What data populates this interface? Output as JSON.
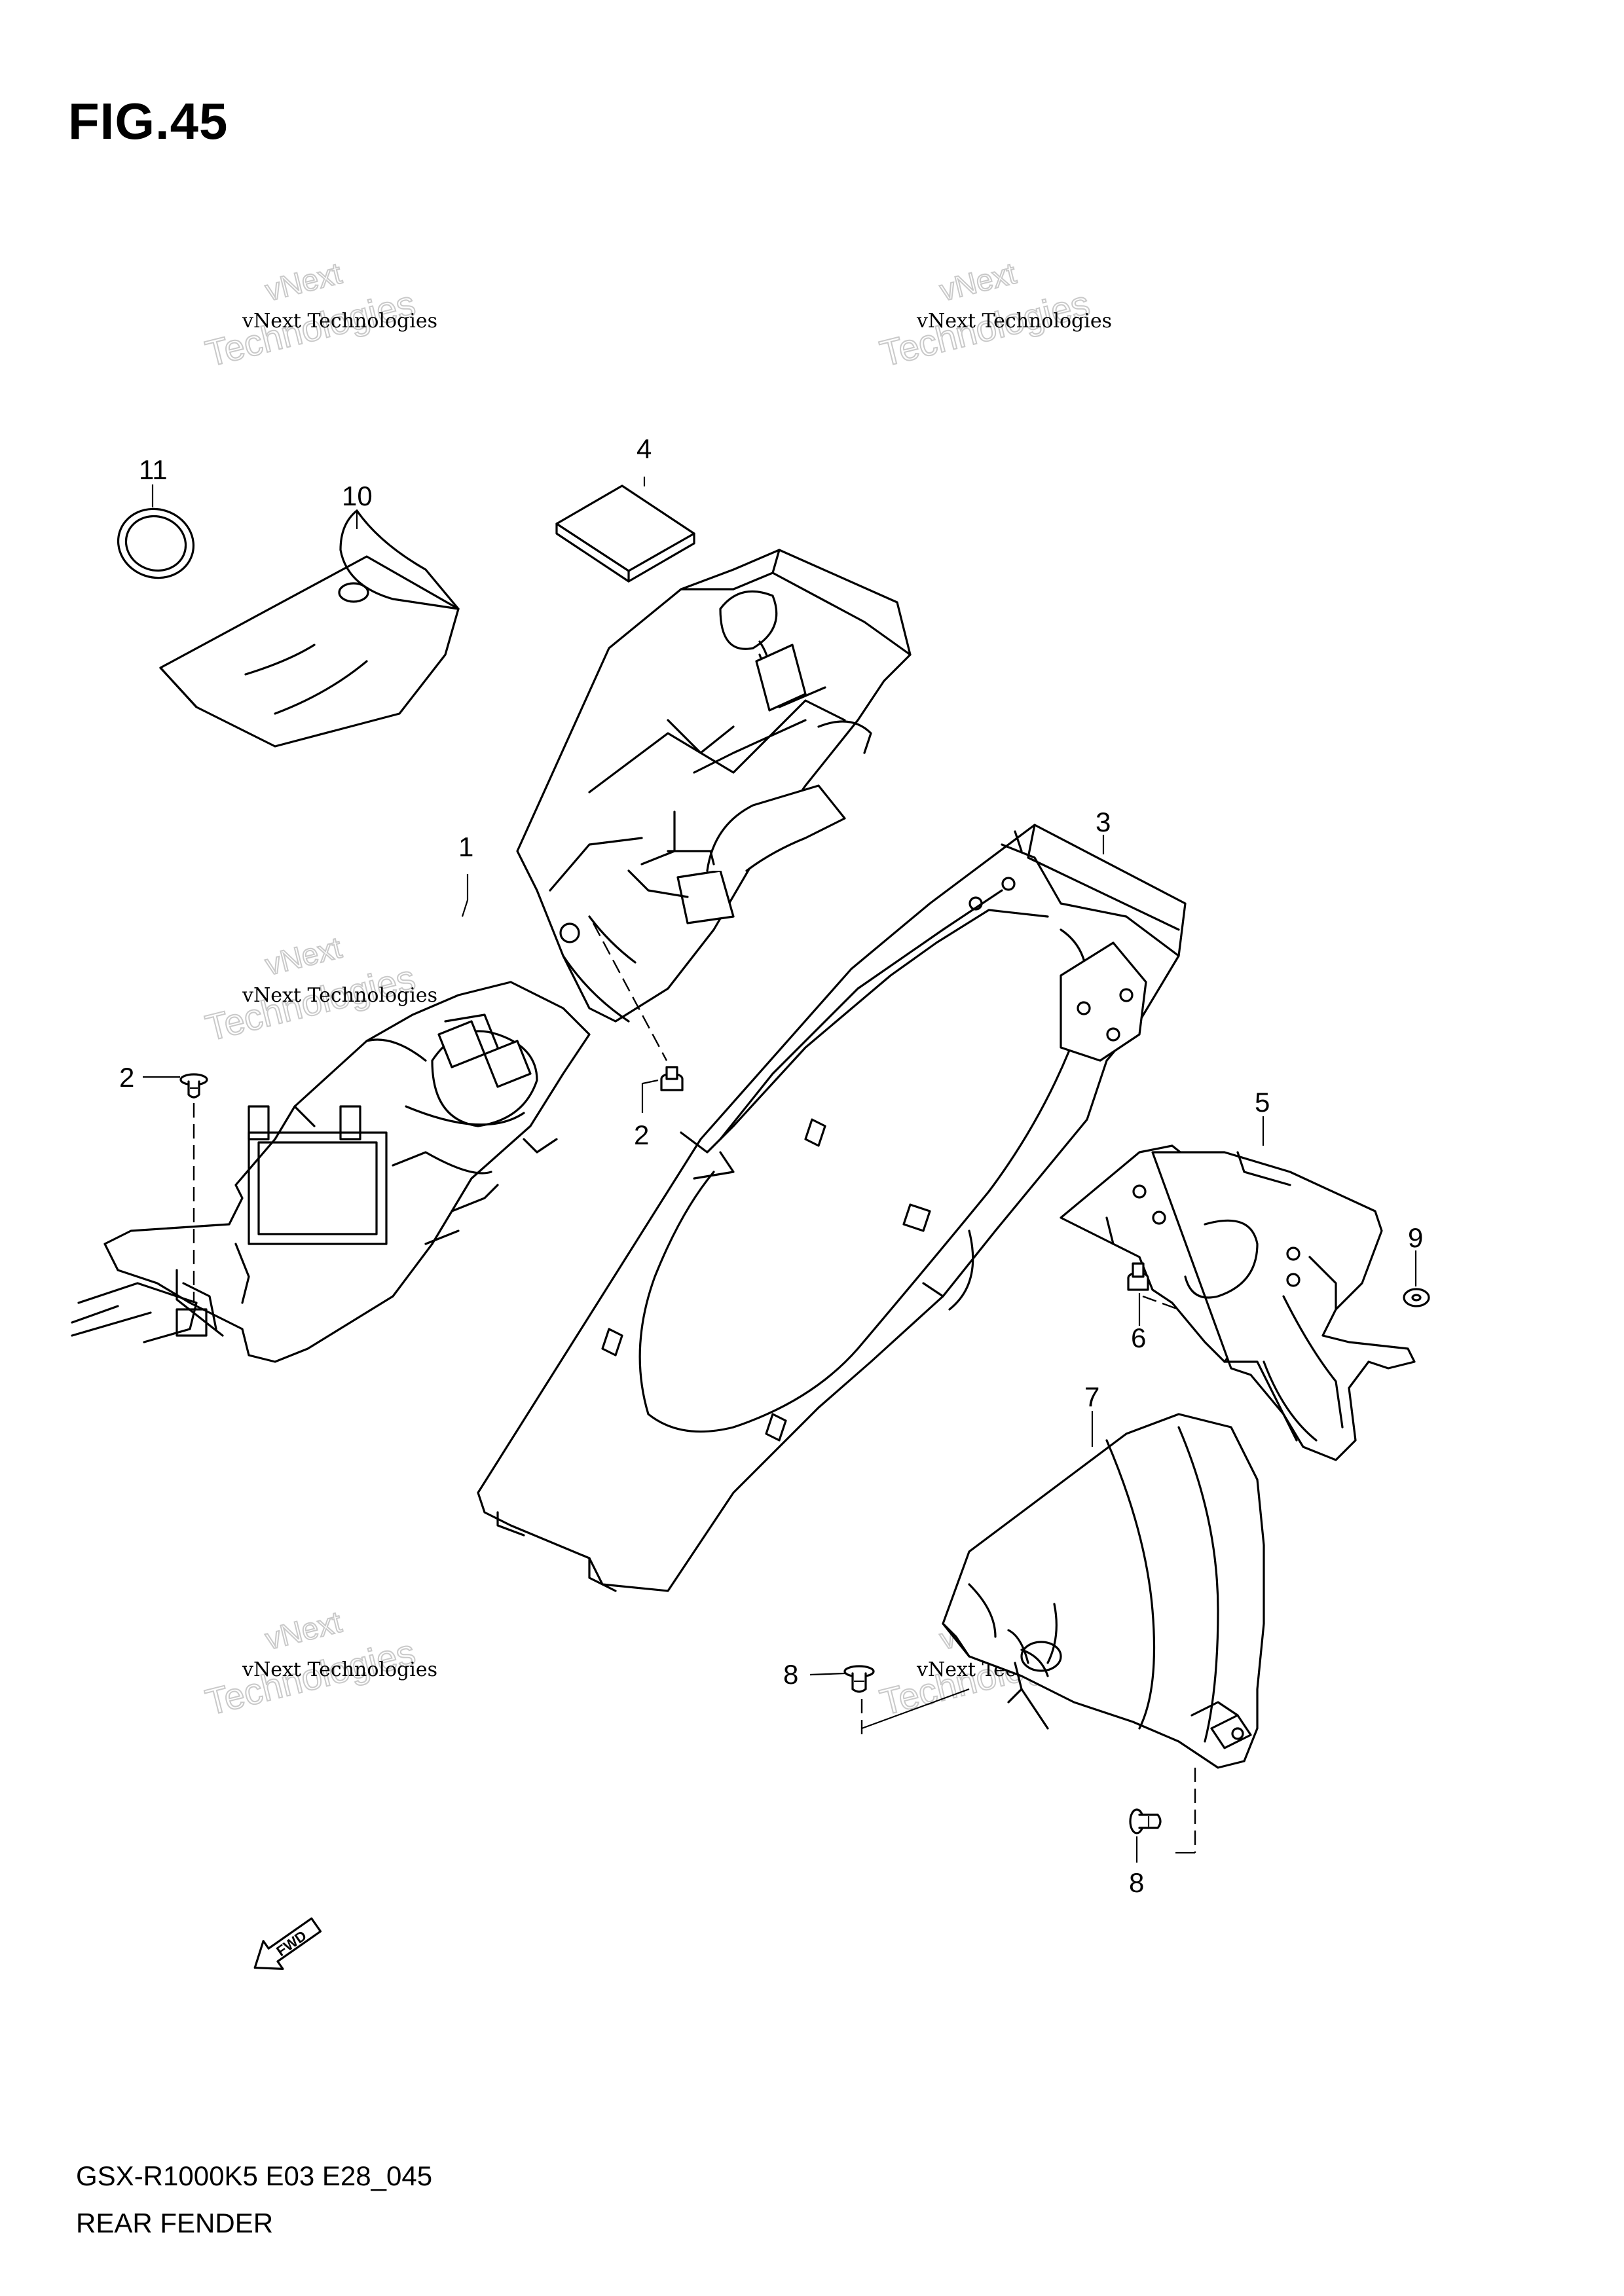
{
  "figure": {
    "title": "FIG.45",
    "code": "GSX-R1000K5 E03 E28_045",
    "name": "REAR FENDER"
  },
  "watermark": {
    "line1": "vNext Technologies",
    "line2": "Technologies",
    "line3": "vNext"
  },
  "callouts": [
    {
      "id": "1",
      "label": "1"
    },
    {
      "id": "2a",
      "label": "2"
    },
    {
      "id": "2b",
      "label": "2"
    },
    {
      "id": "3",
      "label": "3"
    },
    {
      "id": "4",
      "label": "4"
    },
    {
      "id": "5",
      "label": "5"
    },
    {
      "id": "6",
      "label": "6"
    },
    {
      "id": "7",
      "label": "7"
    },
    {
      "id": "8a",
      "label": "8"
    },
    {
      "id": "8b",
      "label": "8"
    },
    {
      "id": "9",
      "label": "9"
    },
    {
      "id": "10",
      "label": "10"
    },
    {
      "id": "11",
      "label": "11"
    }
  ],
  "fwd_arrow": {
    "label": "FWD"
  }
}
